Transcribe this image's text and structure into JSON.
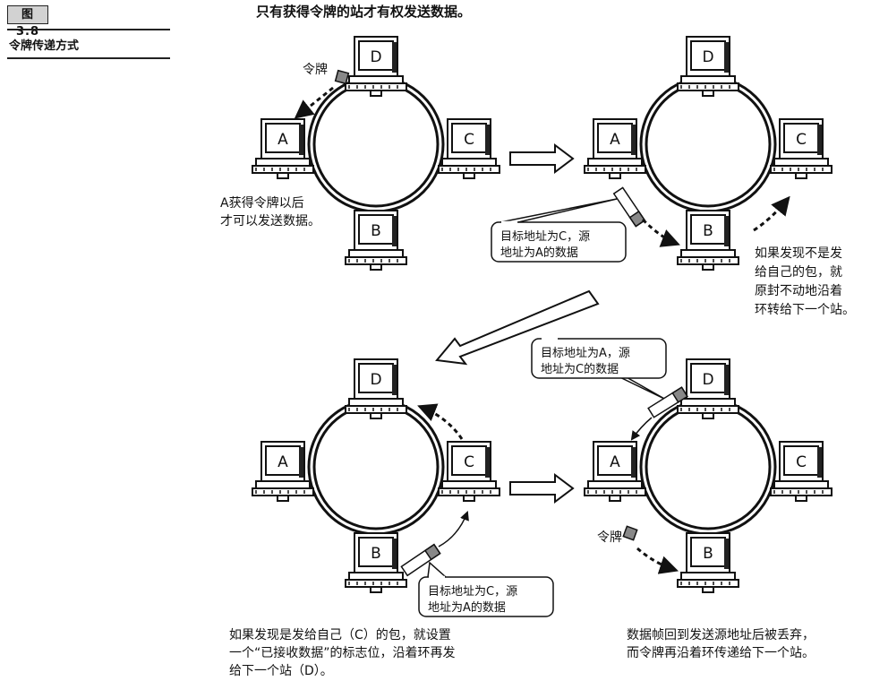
{
  "figure": {
    "number": "图 3.8",
    "title": "令牌传递方式"
  },
  "caption_top": "只有获得令牌的站才有权发送数据。",
  "panels": [
    {
      "stations": {
        "top": "D",
        "left": "A",
        "right": "C",
        "bottom": "B"
      },
      "token_label": "令牌",
      "note": [
        "A获得令牌以后",
        "才可以发送数据。"
      ]
    },
    {
      "stations": {
        "top": "D",
        "left": "A",
        "right": "C",
        "bottom": "B"
      },
      "callout": [
        "目标地址为C，源",
        "地址为A的数据"
      ],
      "note": [
        "如果发现不是发",
        "给自己的包，就",
        "原封不动地沿着",
        "环转给下一个站。"
      ]
    },
    {
      "stations": {
        "top": "D",
        "left": "A",
        "right": "C",
        "bottom": "B"
      },
      "callout": [
        "目标地址为C，源",
        "地址为A的数据"
      ],
      "note": [
        "如果发现是发给自己（C）的包，就设置",
        "一个“已接收数据”的标志位，沿着环再发",
        "给下一个站（D）。"
      ]
    },
    {
      "stations": {
        "top": "D",
        "left": "A",
        "right": "C",
        "bottom": "B"
      },
      "callout": [
        "目标地址为A，源",
        "地址为C的数据"
      ],
      "token_label": "令牌",
      "note": [
        "数据帧回到发送源地址后被丢弃，",
        "而令牌再沿着环传递给下一个站。"
      ]
    }
  ]
}
